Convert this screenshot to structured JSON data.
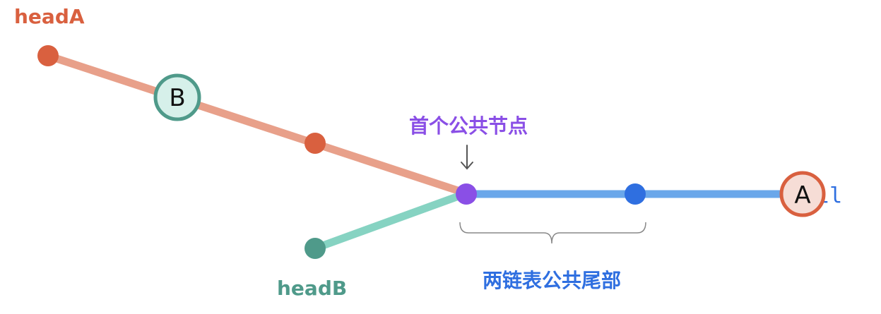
{
  "labels": {
    "head_a": "headA",
    "head_b": "headB",
    "first_common_node": "首个公共节点",
    "common_tail": "两链表公共尾部",
    "null_text": "null"
  },
  "pointers": {
    "pointer_b": "B",
    "pointer_a": "A"
  },
  "colors": {
    "list_a_node": "#d9603f",
    "list_a_line": "#e8a08a",
    "list_b_node": "#4f9a8a",
    "list_b_line": "#86d3c2",
    "common_line": "#6aa7ea",
    "common_node": "#2f6fe0",
    "first_common_node": "#8a4fe6",
    "pointer_b_fill": "#d6f0ea",
    "pointer_a_fill": "#f6ddd6",
    "label_a": "#d9603f",
    "label_b": "#4f9a8a",
    "label_first_common": "#8a4fe6",
    "label_common_tail": "#2f6fe0"
  }
}
